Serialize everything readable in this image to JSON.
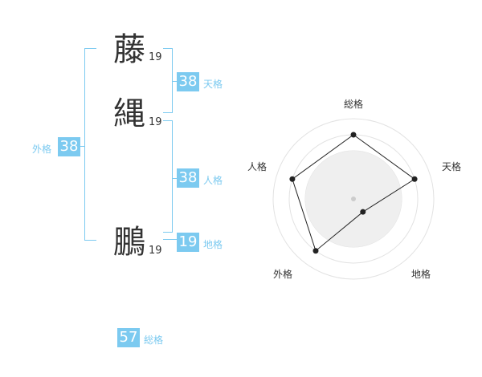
{
  "name": {
    "chars": [
      {
        "char": "藤",
        "strokes": "19"
      },
      {
        "char": "縄",
        "strokes": "19"
      },
      {
        "char": "鵬",
        "strokes": "19"
      }
    ]
  },
  "scores": {
    "tenkaku": {
      "value": "38",
      "label": "天格"
    },
    "jinkaku": {
      "value": "38",
      "label": "人格"
    },
    "chikaku": {
      "value": "19",
      "label": "地格"
    },
    "gaikaku": {
      "value": "38",
      "label": "外格"
    },
    "soukaku": {
      "value": "57",
      "label": "総格"
    }
  },
  "colors": {
    "accent": "#7ccaf0",
    "text": "#333333"
  },
  "chart_data": {
    "type": "radar",
    "axes": [
      "総格",
      "天格",
      "地格",
      "外格",
      "人格"
    ],
    "values": [
      0.8,
      0.8,
      0.2,
      0.8,
      0.8
    ],
    "max": 1,
    "rings": 5
  }
}
